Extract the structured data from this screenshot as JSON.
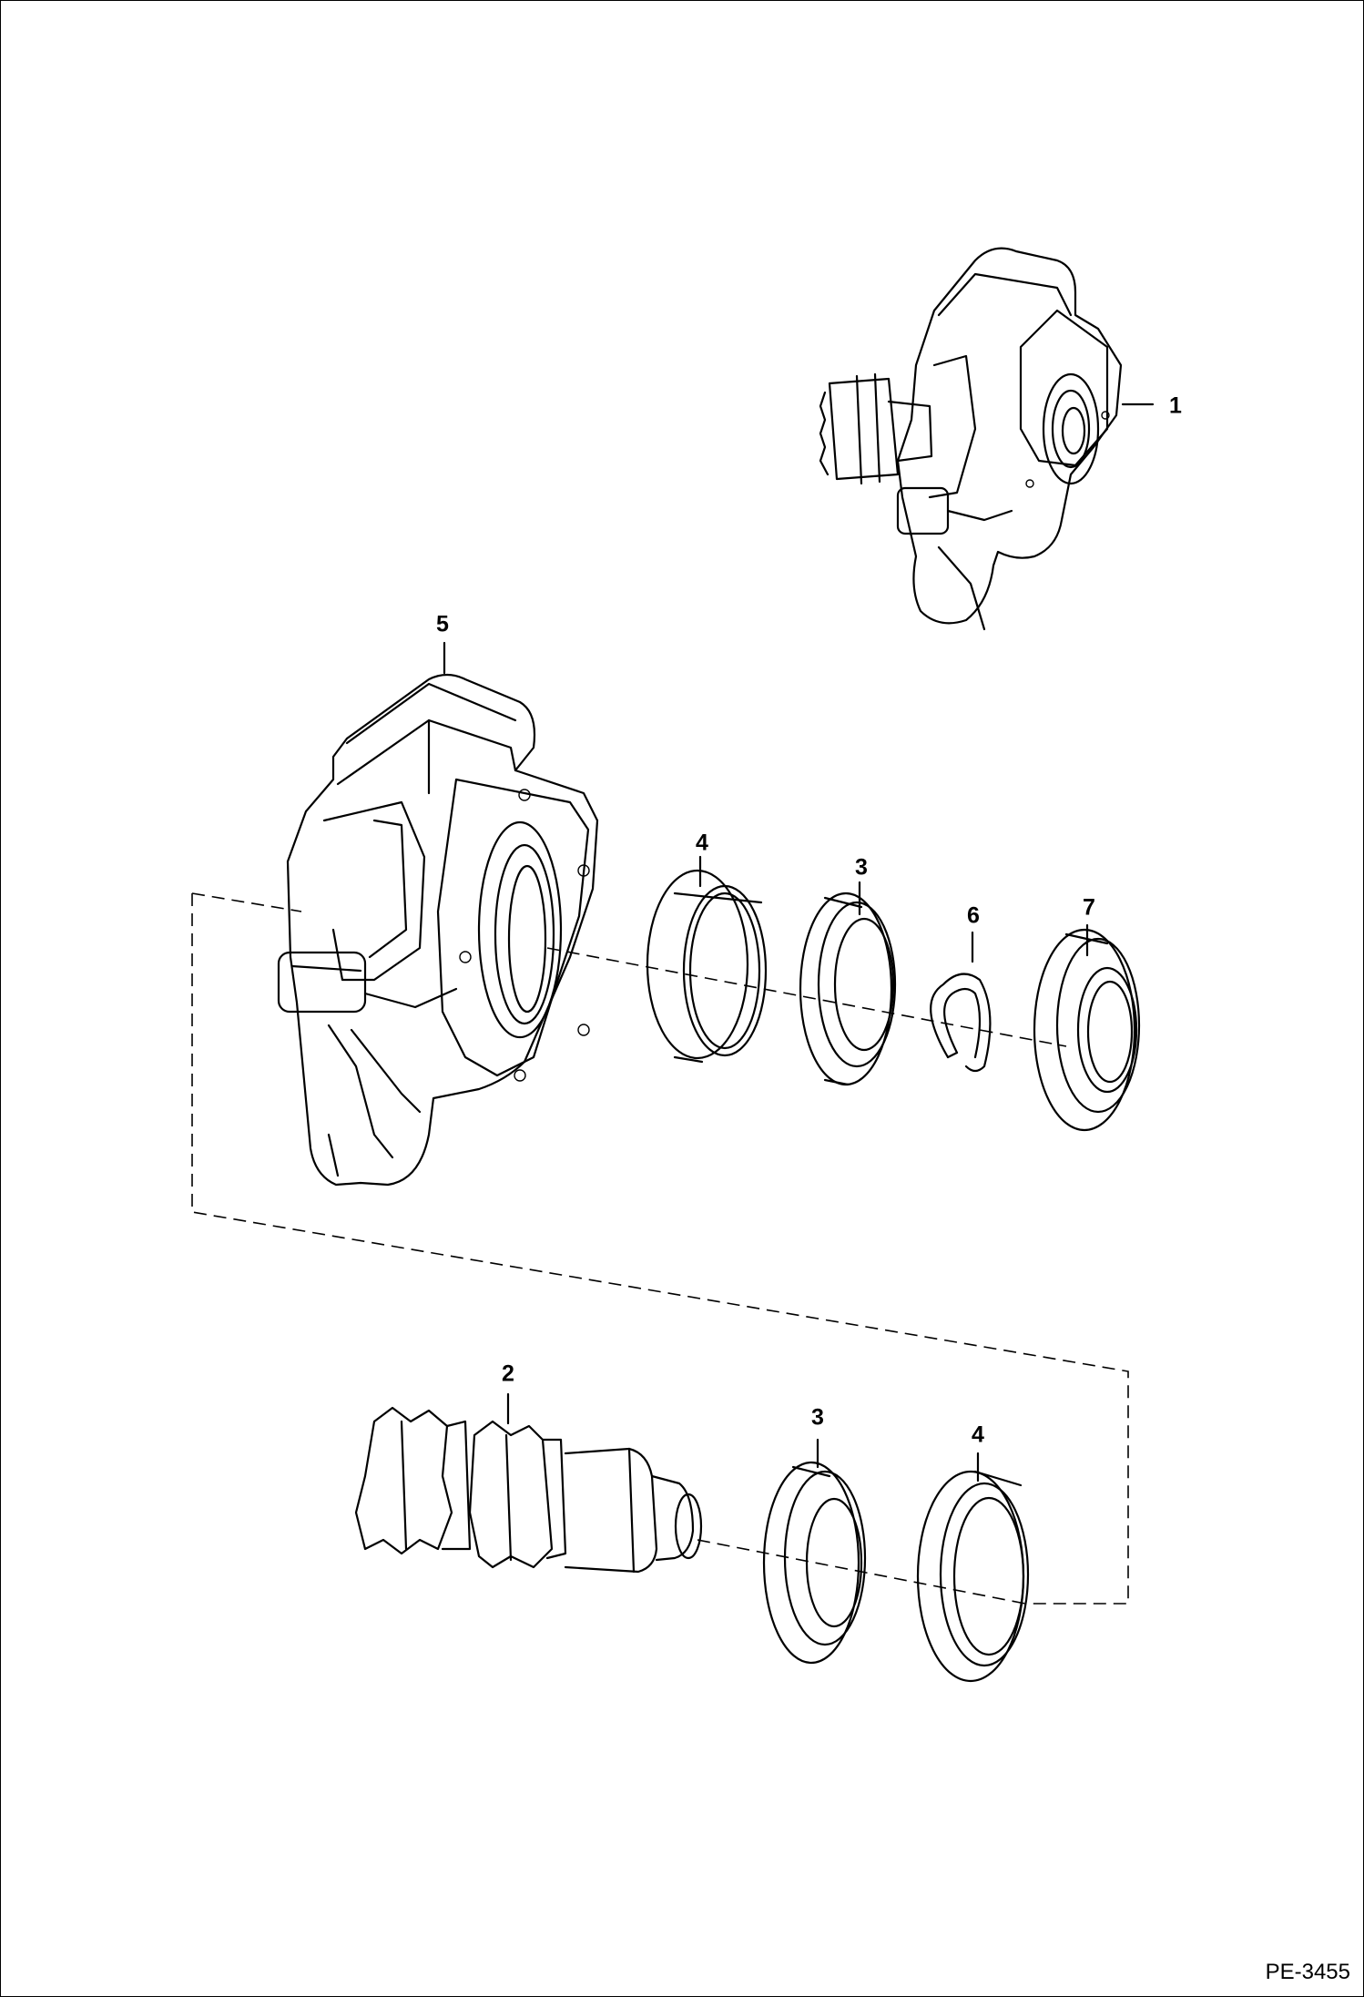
{
  "callouts": [
    {
      "id": "1",
      "label": "1"
    },
    {
      "id": "5",
      "label": "5"
    },
    {
      "id": "4a",
      "label": "4"
    },
    {
      "id": "3a",
      "label": "3"
    },
    {
      "id": "6",
      "label": "6"
    },
    {
      "id": "7",
      "label": "7"
    },
    {
      "id": "2",
      "label": "2"
    },
    {
      "id": "3b",
      "label": "3"
    },
    {
      "id": "4b",
      "label": "4"
    }
  ],
  "reference": "PE-3455"
}
